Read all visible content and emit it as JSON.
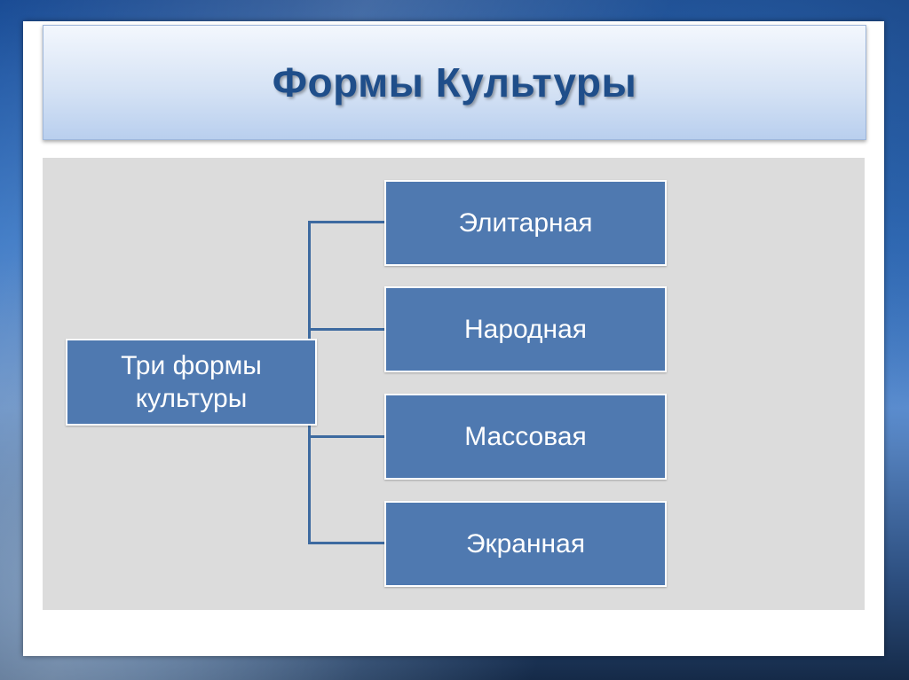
{
  "slide": {
    "title": "Формы Культуры"
  },
  "diagram": {
    "root_label": "Три формы культуры",
    "children": [
      {
        "label": "Элитарная"
      },
      {
        "label": "Народная"
      },
      {
        "label": "Массовая"
      },
      {
        "label": "Экранная"
      }
    ]
  },
  "colors": {
    "box_fill": "#4f79b0",
    "connector": "#3d6aa0",
    "title_text": "#1f4e8a",
    "panel": "#dcdcdc"
  }
}
